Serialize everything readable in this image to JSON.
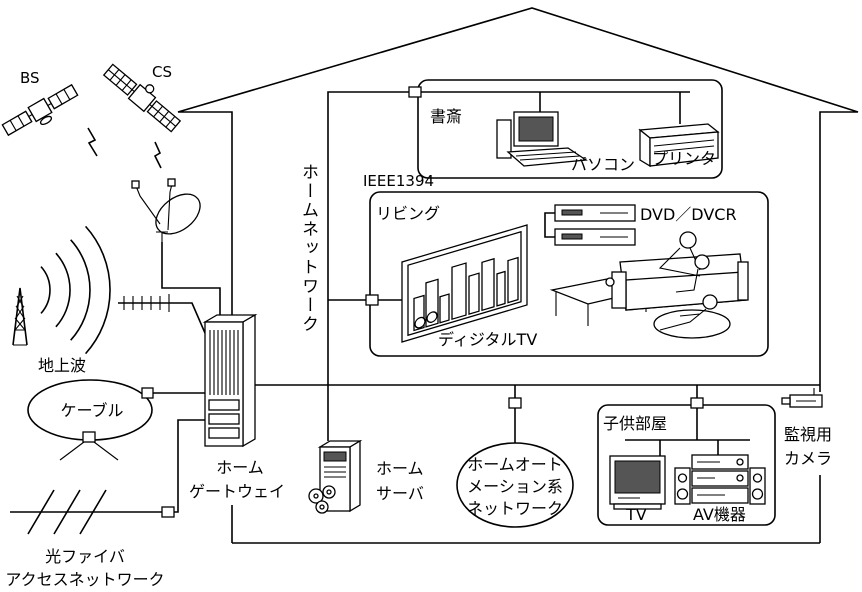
{
  "colors": {
    "line": "#000000",
    "background": "#ffffff"
  },
  "satellites": {
    "bs": "BS",
    "cs": "CS"
  },
  "terrestrial": {
    "label": "地上波"
  },
  "cable": {
    "label": "ケーブル"
  },
  "fiber": {
    "line1": "光ファイバ",
    "line2": "アクセスネットワーク"
  },
  "gateway": {
    "line1": "ホーム",
    "line2": "ゲートウェイ"
  },
  "home_network": {
    "label": "ホームネットワーク",
    "bus": "IEEE1394"
  },
  "study": {
    "title": "書斎",
    "pc": "パソコン",
    "printer": "プリンタ"
  },
  "living": {
    "title": "リビング",
    "dvd": "DVD／DVCR",
    "tv": "ディジタルTV"
  },
  "server": {
    "line1": "ホーム",
    "line2": "サーバ"
  },
  "home_automation": {
    "line1": "ホームオート",
    "line2": "メーション系",
    "line3": "ネットワーク"
  },
  "kids_room": {
    "title": "子供部屋",
    "tv": "TV",
    "av": "AV機器"
  },
  "camera": {
    "line1": "監視用",
    "line2": "カメラ"
  }
}
